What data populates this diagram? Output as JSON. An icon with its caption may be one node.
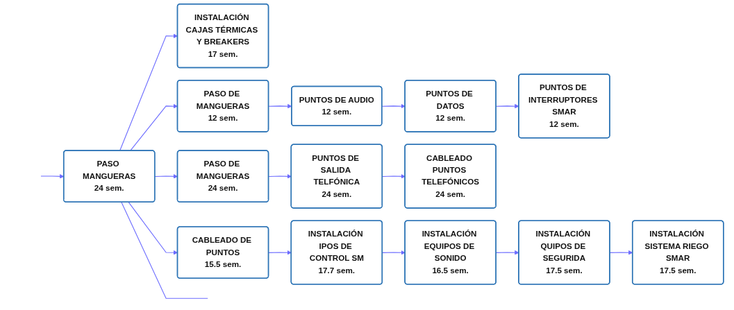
{
  "diagram": {
    "nodes": [
      {
        "text": [
          "INSTALACIÓN CAJAS TÉRMICAS Y BREAKERS",
          "17 sem."
        ]
      },
      {
        "text": [
          "PASO DE MANGUERAS",
          "12 sem."
        ]
      },
      {
        "text": [
          "PUNTOS DE AUDIO",
          "12 sem."
        ]
      },
      {
        "text": [
          "PUNTOS DE DATOS",
          "12 sem."
        ]
      },
      {
        "text": [
          "PUNTOS DE INTERRUPTORES SMAR",
          "12 sem."
        ]
      },
      {
        "text": [
          "PASO DE MANGUERAS",
          "24 sem."
        ]
      },
      {
        "text": [
          "PUNTOS DE SALIDA TELFÓNICA",
          "24 sem."
        ]
      },
      {
        "text": [
          "CABLEADO PUNTOS TELEFÓNICOS",
          "24 sem."
        ]
      },
      {
        "text": [
          "PASO MANGUERAS",
          "24 sem."
        ]
      },
      {
        "text": [
          "CABLEADO DE PUNTOS",
          "15.5 sem."
        ]
      },
      {
        "text": [
          "INSTALACIÓN IPOS DE CONTROL SM",
          "17.7 sem."
        ]
      },
      {
        "text": [
          "INSTALACIÓN EQUIPOS DE SONIDO",
          "16.5 sem."
        ]
      },
      {
        "text": [
          "INSTALACIÓN QUIPOS DE SEGURIDA",
          "17.5 sem."
        ]
      },
      {
        "text": [
          "INSTALACIÓN SISTEMA RIEGO SMAR",
          "17.5 sem."
        ]
      }
    ],
    "edges": [
      {
        "from": null,
        "to": 8,
        "arrow": "to"
      },
      {
        "from": 8,
        "to": 0,
        "arrow": "to"
      },
      {
        "from": 8,
        "to": 1,
        "arrow": "to"
      },
      {
        "from": 8,
        "to": 5,
        "arrow": "to"
      },
      {
        "from": 8,
        "to": 9,
        "arrow": "to"
      },
      {
        "from": 8,
        "to": null,
        "arrow": "none"
      },
      {
        "from": 1,
        "to": 2,
        "arrow": "to"
      },
      {
        "from": 2,
        "to": 3,
        "arrow": "to"
      },
      {
        "from": 3,
        "to": 4,
        "arrow": "to"
      },
      {
        "from": 5,
        "to": 6,
        "arrow": "to"
      },
      {
        "from": 6,
        "to": 7,
        "arrow": "to"
      },
      {
        "from": 9,
        "to": 10,
        "arrow": "to"
      },
      {
        "from": 10,
        "to": 11,
        "arrow": "to"
      },
      {
        "from": 11,
        "to": 12,
        "arrow": "to"
      },
      {
        "from": 12,
        "to": 13,
        "arrow": "to"
      }
    ]
  }
}
